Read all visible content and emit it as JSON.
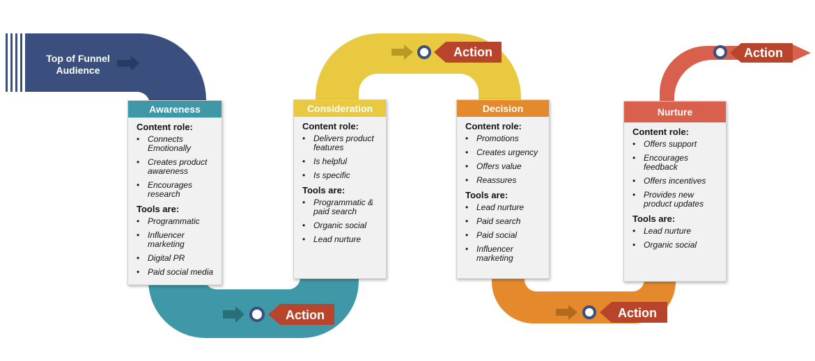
{
  "funnel_label": "Top of Funnel\nAudience",
  "action_label": "Action",
  "colors": {
    "navy": "#3a4f7e",
    "teal": "#3f98a8",
    "yellow": "#e9c93f",
    "orange": "#e58a2c",
    "coral": "#d9604c",
    "action_red": "#b8442b",
    "arrow_dark": "#2a3b63"
  },
  "stages": [
    {
      "title": "Awareness",
      "color": "#3f98a8",
      "sections": [
        {
          "heading": "Content role:",
          "items": [
            "Connects Emotionally",
            "Creates product awareness",
            "Encourages research"
          ]
        },
        {
          "heading": "Tools are:",
          "items": [
            "Programmatic",
            "Influencer marketing",
            "Digital PR",
            "Paid social media"
          ]
        }
      ]
    },
    {
      "title": "Consideration",
      "color": "#e9c93f",
      "sections": [
        {
          "heading": "Content role:",
          "items": [
            "Delivers product features",
            "Is helpful",
            "Is specific"
          ]
        },
        {
          "heading": "Tools are:",
          "items": [
            "Programmatic & paid search",
            "Organic social",
            "Lead nurture"
          ]
        }
      ]
    },
    {
      "title": "Decision",
      "color": "#e58a2c",
      "sections": [
        {
          "heading": "Content role:",
          "items": [
            "Promotions",
            "Creates urgency",
            "Offers value",
            "Reassures"
          ]
        },
        {
          "heading": "Tools are:",
          "items": [
            "Lead nurture",
            "Paid search",
            "Paid social",
            "Influencer marketing"
          ]
        }
      ]
    },
    {
      "title": "Nurture",
      "color": "#d9604c",
      "sections": [
        {
          "heading": "Content role:",
          "items": [
            "Offers support",
            "Encourages feedback",
            "Offers incentives",
            "Provides new product updates"
          ]
        },
        {
          "heading": "Tools are:",
          "items": [
            "Lead nurture",
            "Organic social"
          ]
        }
      ]
    }
  ]
}
